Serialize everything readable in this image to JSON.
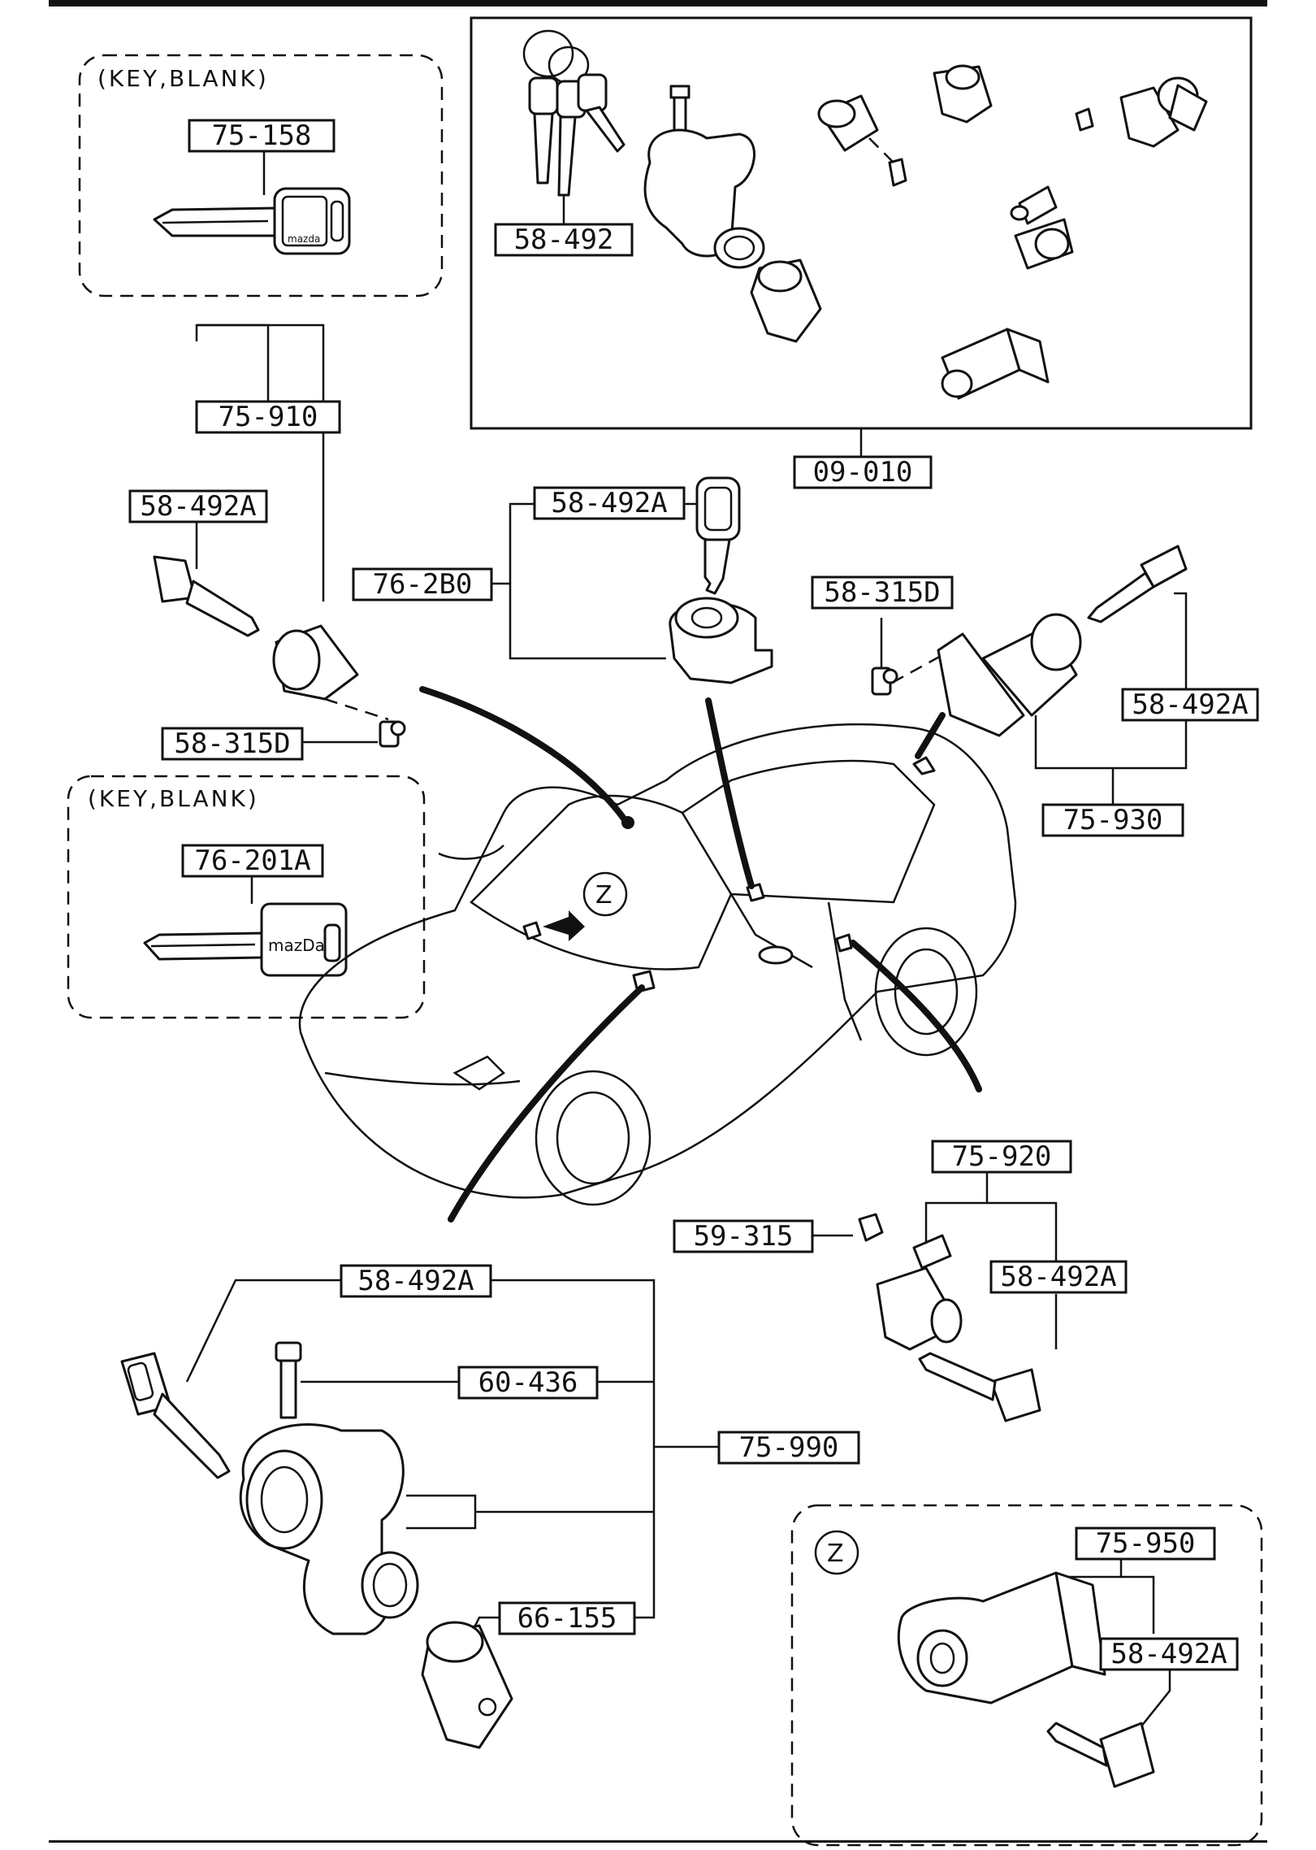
{
  "callouts": {
    "c_75_158": "75-158",
    "c_58_492": "58-492",
    "c_09_010": "09-010",
    "c_75_910": "75-910",
    "c_58_492A_a": "58-492A",
    "c_58_315D_a": "58-315D",
    "c_76_201A": "76-201A",
    "c_58_492A_b": "58-492A",
    "c_76_2B0": "76-2B0",
    "c_58_315D_b": "58-315D",
    "c_58_492A_c": "58-492A",
    "c_75_930": "75-930",
    "c_75_920": "75-920",
    "c_59_315": "59-315",
    "c_58_492A_d": "58-492A",
    "c_58_492A_e": "58-492A",
    "c_60_436": "60-436",
    "c_75_990": "75-990",
    "c_66_155": "66-155",
    "c_75_950": "75-950",
    "c_58_492A_f": "58-492A"
  },
  "notes": {
    "key_blank_top": "(KEY,BLANK)",
    "key_blank_mid": "(KEY,BLANK)",
    "zone_marker": "Z",
    "zone_marker_detail": "Z"
  },
  "key_brands": {
    "brand_top": "mazda",
    "brand_mid": "mazDa"
  },
  "colors": {
    "ink": "#111111",
    "paper": "#ffffff"
  }
}
